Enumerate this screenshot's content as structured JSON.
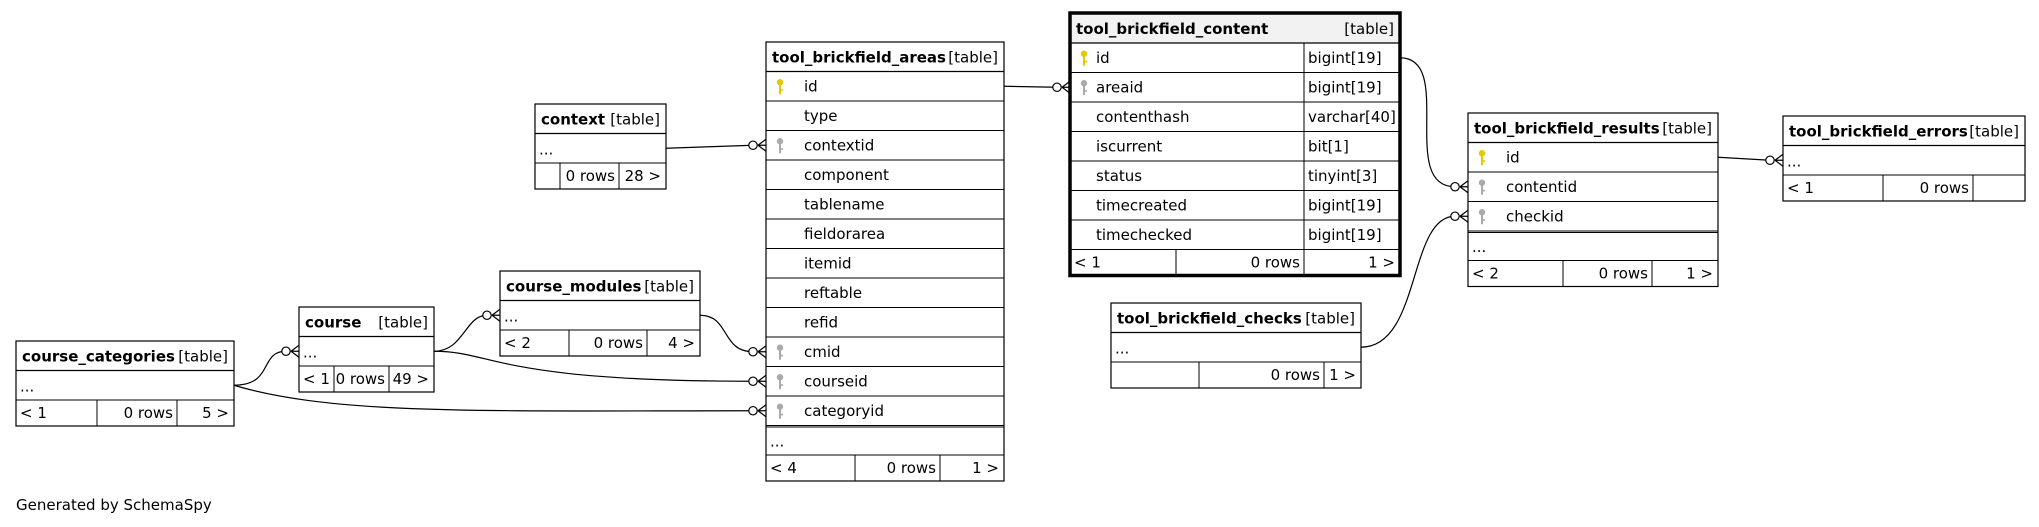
{
  "footer": "Generated by SchemaSpy",
  "tables": [
    {
      "id": "tool_brickfield_content",
      "name": "tool_brickfield_content",
      "tag": "[table]",
      "focus": true,
      "columns": [
        {
          "key": "primary",
          "name": "id",
          "type": "bigint[19]"
        },
        {
          "key": "foreign",
          "name": "areaid",
          "type": "bigint[19]"
        },
        {
          "key": "",
          "name": "contenthash",
          "type": "varchar[40]"
        },
        {
          "key": "",
          "name": "iscurrent",
          "type": "bit[1]"
        },
        {
          "key": "",
          "name": "status",
          "type": "tinyint[3]"
        },
        {
          "key": "",
          "name": "timecreated",
          "type": "bigint[19]"
        },
        {
          "key": "",
          "name": "timechecked",
          "type": "bigint[19]"
        }
      ],
      "footer": [
        "< 1",
        "0 rows",
        "1 >"
      ]
    },
    {
      "id": "tool_brickfield_areas",
      "name": "tool_brickfield_areas",
      "tag": "[table]",
      "columns": [
        {
          "key": "primary",
          "name": "id"
        },
        {
          "key": "",
          "name": "type"
        },
        {
          "key": "foreign",
          "name": "contextid"
        },
        {
          "key": "",
          "name": "component"
        },
        {
          "key": "",
          "name": "tablename"
        },
        {
          "key": "",
          "name": "fieldorarea"
        },
        {
          "key": "",
          "name": "itemid"
        },
        {
          "key": "",
          "name": "reftable"
        },
        {
          "key": "",
          "name": "refid"
        },
        {
          "key": "foreign",
          "name": "cmid"
        },
        {
          "key": "foreign",
          "name": "courseid"
        },
        {
          "key": "foreign",
          "name": "categoryid"
        }
      ],
      "ellipsis": "...",
      "footer": [
        "< 4",
        "0 rows",
        "1 >"
      ]
    },
    {
      "id": "context",
      "name": "context",
      "tag": "[table]",
      "ellipsis": "...",
      "footer": [
        "",
        "0 rows",
        "28 >"
      ]
    },
    {
      "id": "course_modules",
      "name": "course_modules",
      "tag": "[table]",
      "ellipsis": "...",
      "footer": [
        "< 2",
        "0 rows",
        "4 >"
      ]
    },
    {
      "id": "course",
      "name": "course",
      "tag": "[table]",
      "ellipsis": "...",
      "footer": [
        "< 1",
        "0 rows",
        "49 >"
      ]
    },
    {
      "id": "course_categories",
      "name": "course_categories",
      "tag": "[table]",
      "ellipsis": "...",
      "footer": [
        "< 1",
        "0 rows",
        "5 >"
      ]
    },
    {
      "id": "tool_brickfield_results",
      "name": "tool_brickfield_results",
      "tag": "[table]",
      "columns": [
        {
          "key": "primary",
          "name": "id"
        },
        {
          "key": "foreign",
          "name": "contentid"
        },
        {
          "key": "foreign",
          "name": "checkid"
        }
      ],
      "ellipsis": "...",
      "footer": [
        "< 2",
        "0 rows",
        "1 >"
      ]
    },
    {
      "id": "tool_brickfield_checks",
      "name": "tool_brickfield_checks",
      "tag": "[table]",
      "ellipsis": "...",
      "footer": [
        "",
        "0 rows",
        "1 >"
      ]
    },
    {
      "id": "tool_brickfield_errors",
      "name": "tool_brickfield_errors",
      "tag": "[table]",
      "ellipsis": "...",
      "footer": [
        "< 1",
        "0 rows",
        ""
      ]
    }
  ],
  "relationships": [
    {
      "from": "tool_brickfield_content.areaid",
      "to": "tool_brickfield_areas.id"
    },
    {
      "from": "tool_brickfield_areas.contextid",
      "to": "context"
    },
    {
      "from": "tool_brickfield_areas.cmid",
      "to": "course_modules"
    },
    {
      "from": "tool_brickfield_areas.courseid",
      "to": "course"
    },
    {
      "from": "tool_brickfield_areas.categoryid",
      "to": "course_categories"
    },
    {
      "from": "course_modules",
      "to": "course"
    },
    {
      "from": "course",
      "to": "course_categories"
    },
    {
      "from": "tool_brickfield_results.contentid",
      "to": "tool_brickfield_content.id"
    },
    {
      "from": "tool_brickfield_results.checkid",
      "to": "tool_brickfield_checks"
    },
    {
      "from": "tool_brickfield_errors",
      "to": "tool_brickfield_results"
    }
  ]
}
